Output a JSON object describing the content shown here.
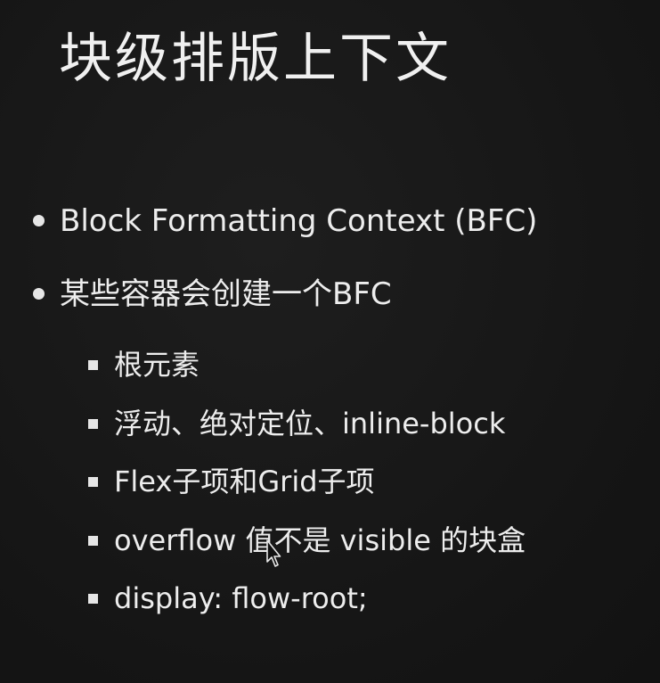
{
  "title": "块级排版上下文",
  "bullets": [
    {
      "text": "Block Formatting Context (BFC)"
    },
    {
      "text": "某些容器会创建一个BFC"
    }
  ],
  "sub_bullets": [
    {
      "text": "根元素"
    },
    {
      "text": "浮动、绝对定位、inline-block"
    },
    {
      "text": "Flex子项和Grid子项"
    },
    {
      "text": "overflow 值不是 visible 的块盒"
    },
    {
      "text": "display: flow-root;"
    }
  ],
  "icons": {
    "bullet": "bullet-dot-icon",
    "sub_bullet": "bullet-square-icon",
    "cursor": "text-cursor-icon"
  },
  "colors": {
    "background": "#161616",
    "text": "#ededed"
  }
}
